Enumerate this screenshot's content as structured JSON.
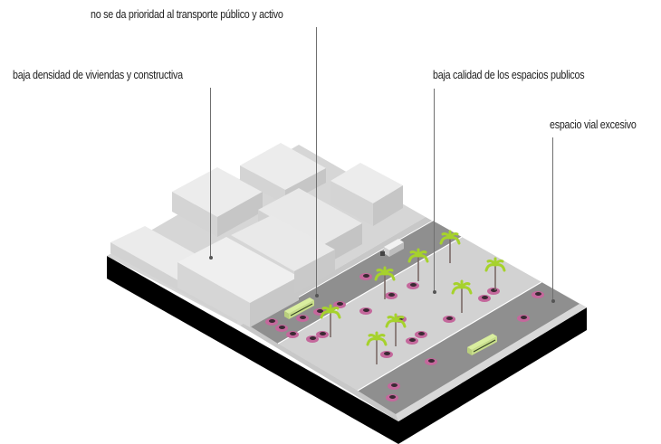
{
  "diagram": {
    "type": "isometric urban street diagram",
    "annotations": [
      {
        "id": "transport",
        "text": "no se da prioridad al transporte público y activo"
      },
      {
        "id": "density",
        "text": "baja densidad de viviendas y constructiva"
      },
      {
        "id": "public-space",
        "text": "baja calidad de los espacios publicos"
      },
      {
        "id": "road-space",
        "text": "espacio vial excesivo"
      }
    ],
    "elements": {
      "buildings": "low-rise white/grey blocks",
      "vehicles": [
        "pink cars",
        "light-green buses",
        "white truck"
      ],
      "vegetation": "palm trees on median"
    },
    "colors": {
      "car": "#c4689c",
      "bus": "#d9ee9f",
      "palm": "#a6d22c",
      "road": "#8f8f8f",
      "median": "#cfcfcf",
      "base": "#000000",
      "building_top": "#ececec"
    }
  }
}
